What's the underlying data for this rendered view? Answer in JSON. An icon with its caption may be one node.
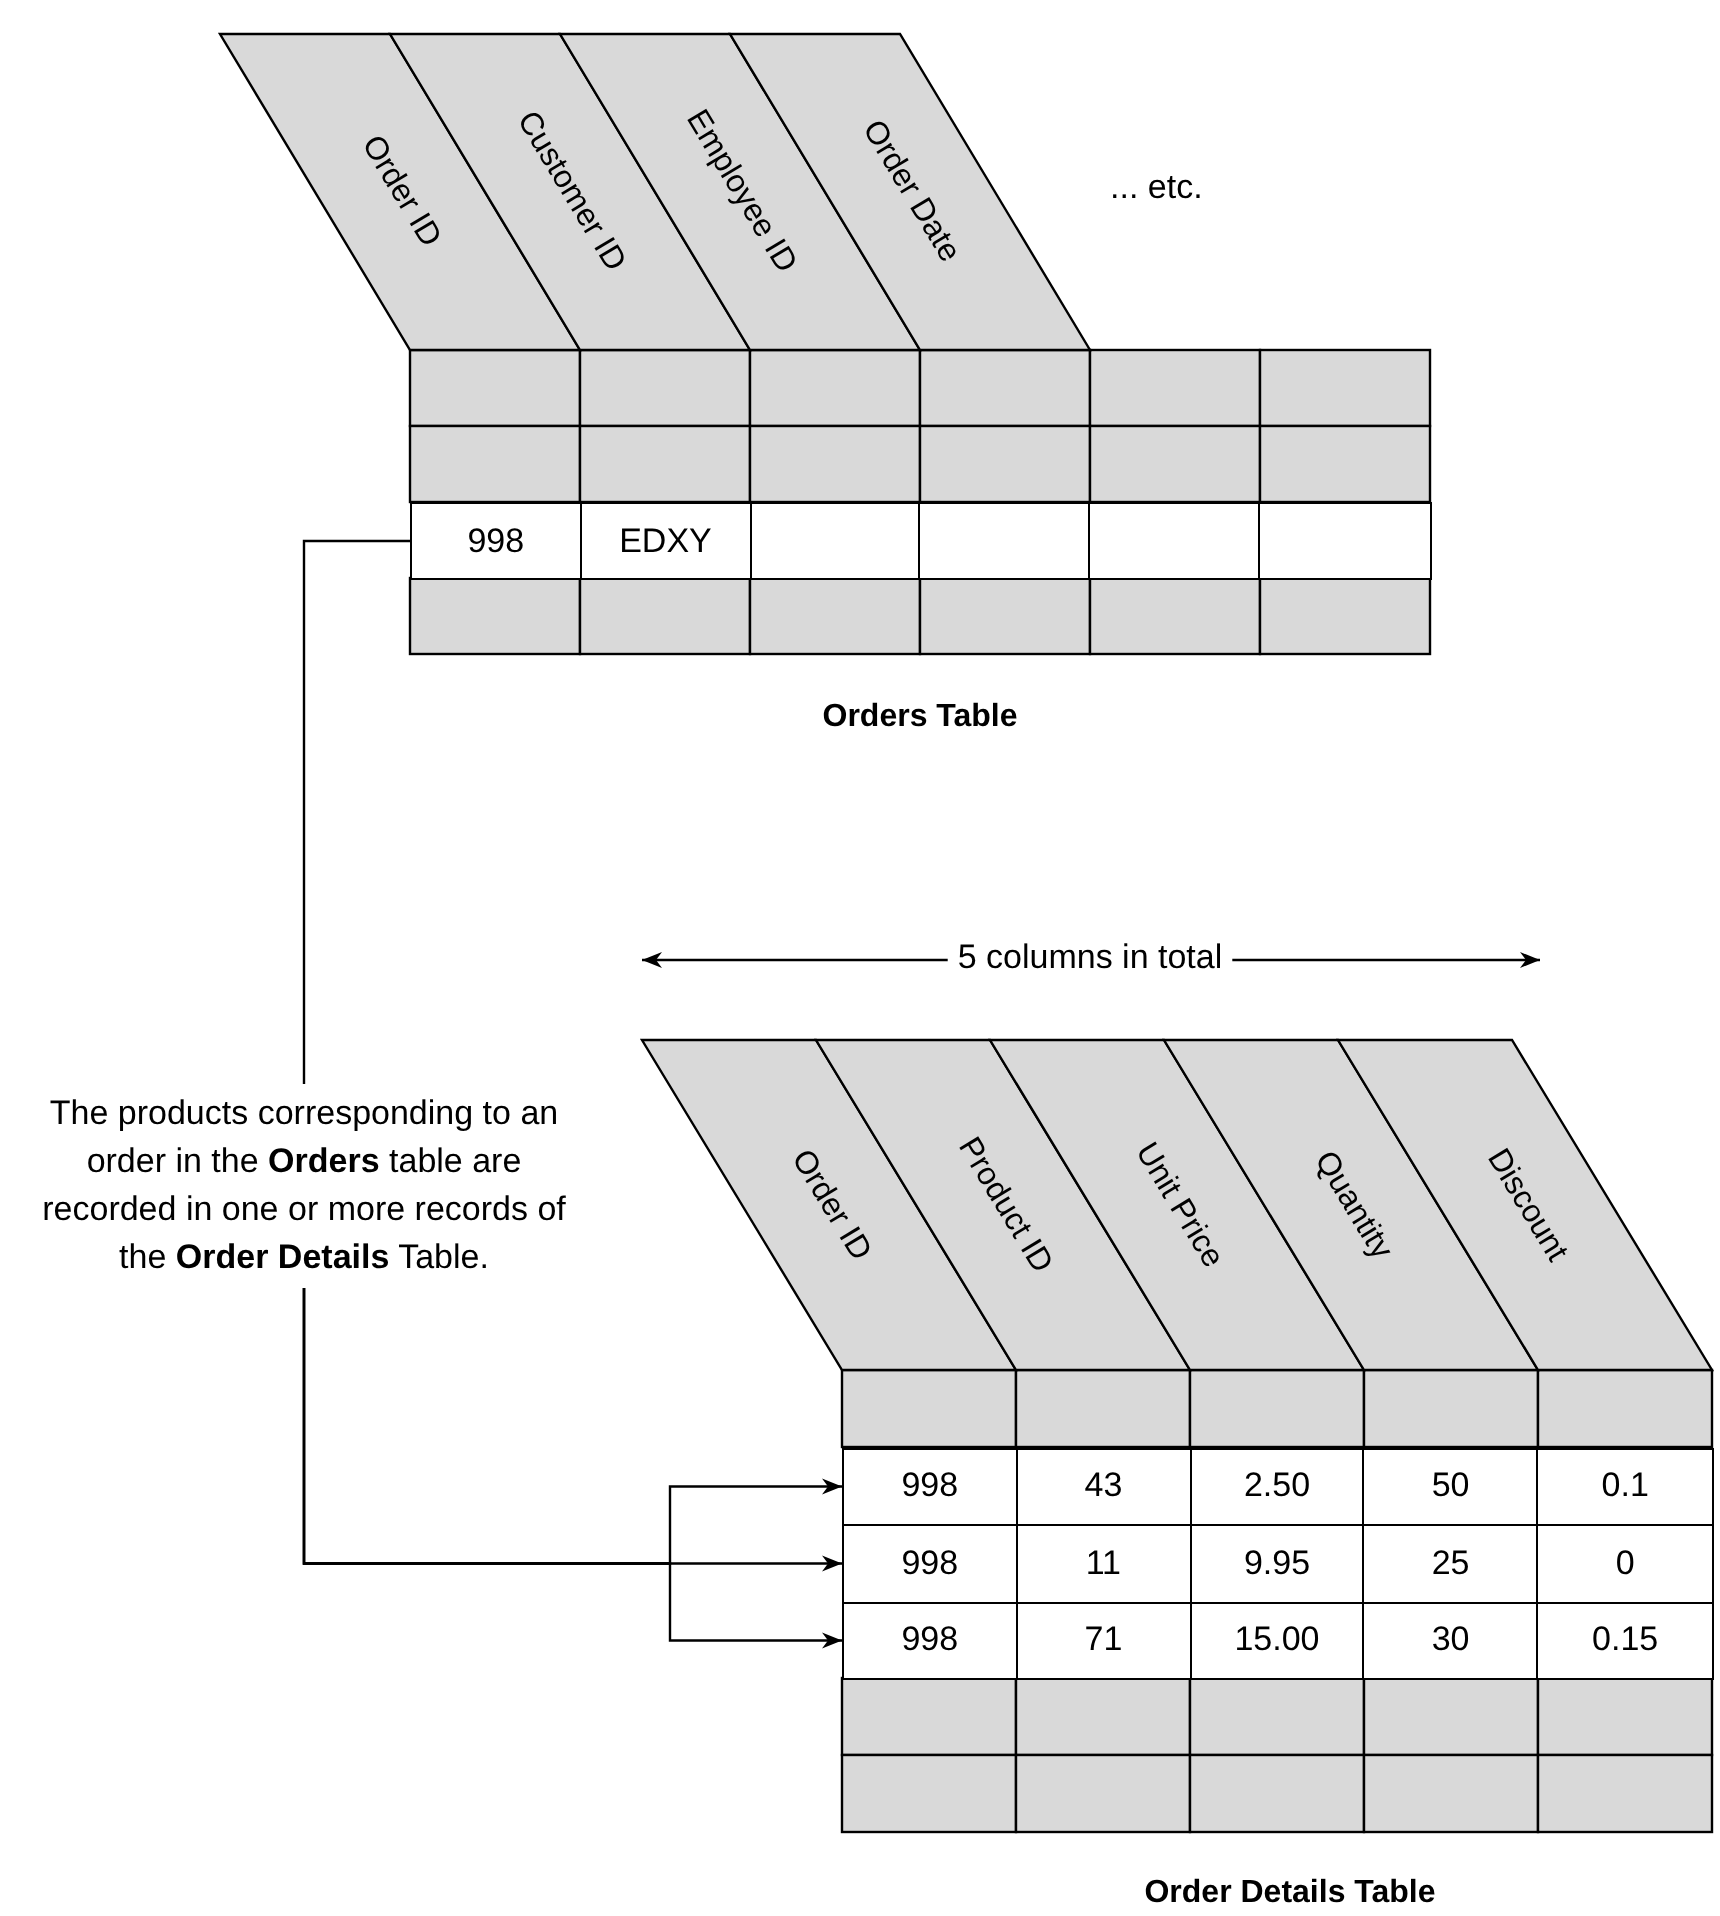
{
  "diagram": {
    "nodes": [
      {
        "text": [
          "998",
          "EDXY"
        ]
      },
      {
        "text": [
          "The products corresponding to an order in the **Orders** table are recorded in one or more records of the **Order Details** Table."
        ]
      },
      {
        "text": [
          "998",
          "43",
          "2.50",
          "50",
          "0.1"
        ]
      },
      {
        "text": [
          "998",
          "11",
          "9.95",
          "25",
          "0"
        ]
      },
      {
        "text": [
          "998",
          "71",
          "15.00",
          "30",
          "0.15"
        ]
      }
    ],
    "edges": [
      {
        "from": 0,
        "to": 1,
        "arrow": "none"
      },
      {
        "from": 1,
        "to": 2,
        "arrow": "to"
      },
      {
        "from": 1,
        "to": 3,
        "arrow": "to"
      },
      {
        "from": 1,
        "to": 4,
        "arrow": "to"
      }
    ],
    "labels": [
      "Order ID",
      "Customer ID",
      "Employee ID",
      "Order Date",
      "... etc.",
      "Orders Table",
      "5 columns in total",
      "Order ID",
      "Product ID",
      "Unit Price",
      "Quantity",
      "Discount",
      "Order Details Table"
    ]
  }
}
